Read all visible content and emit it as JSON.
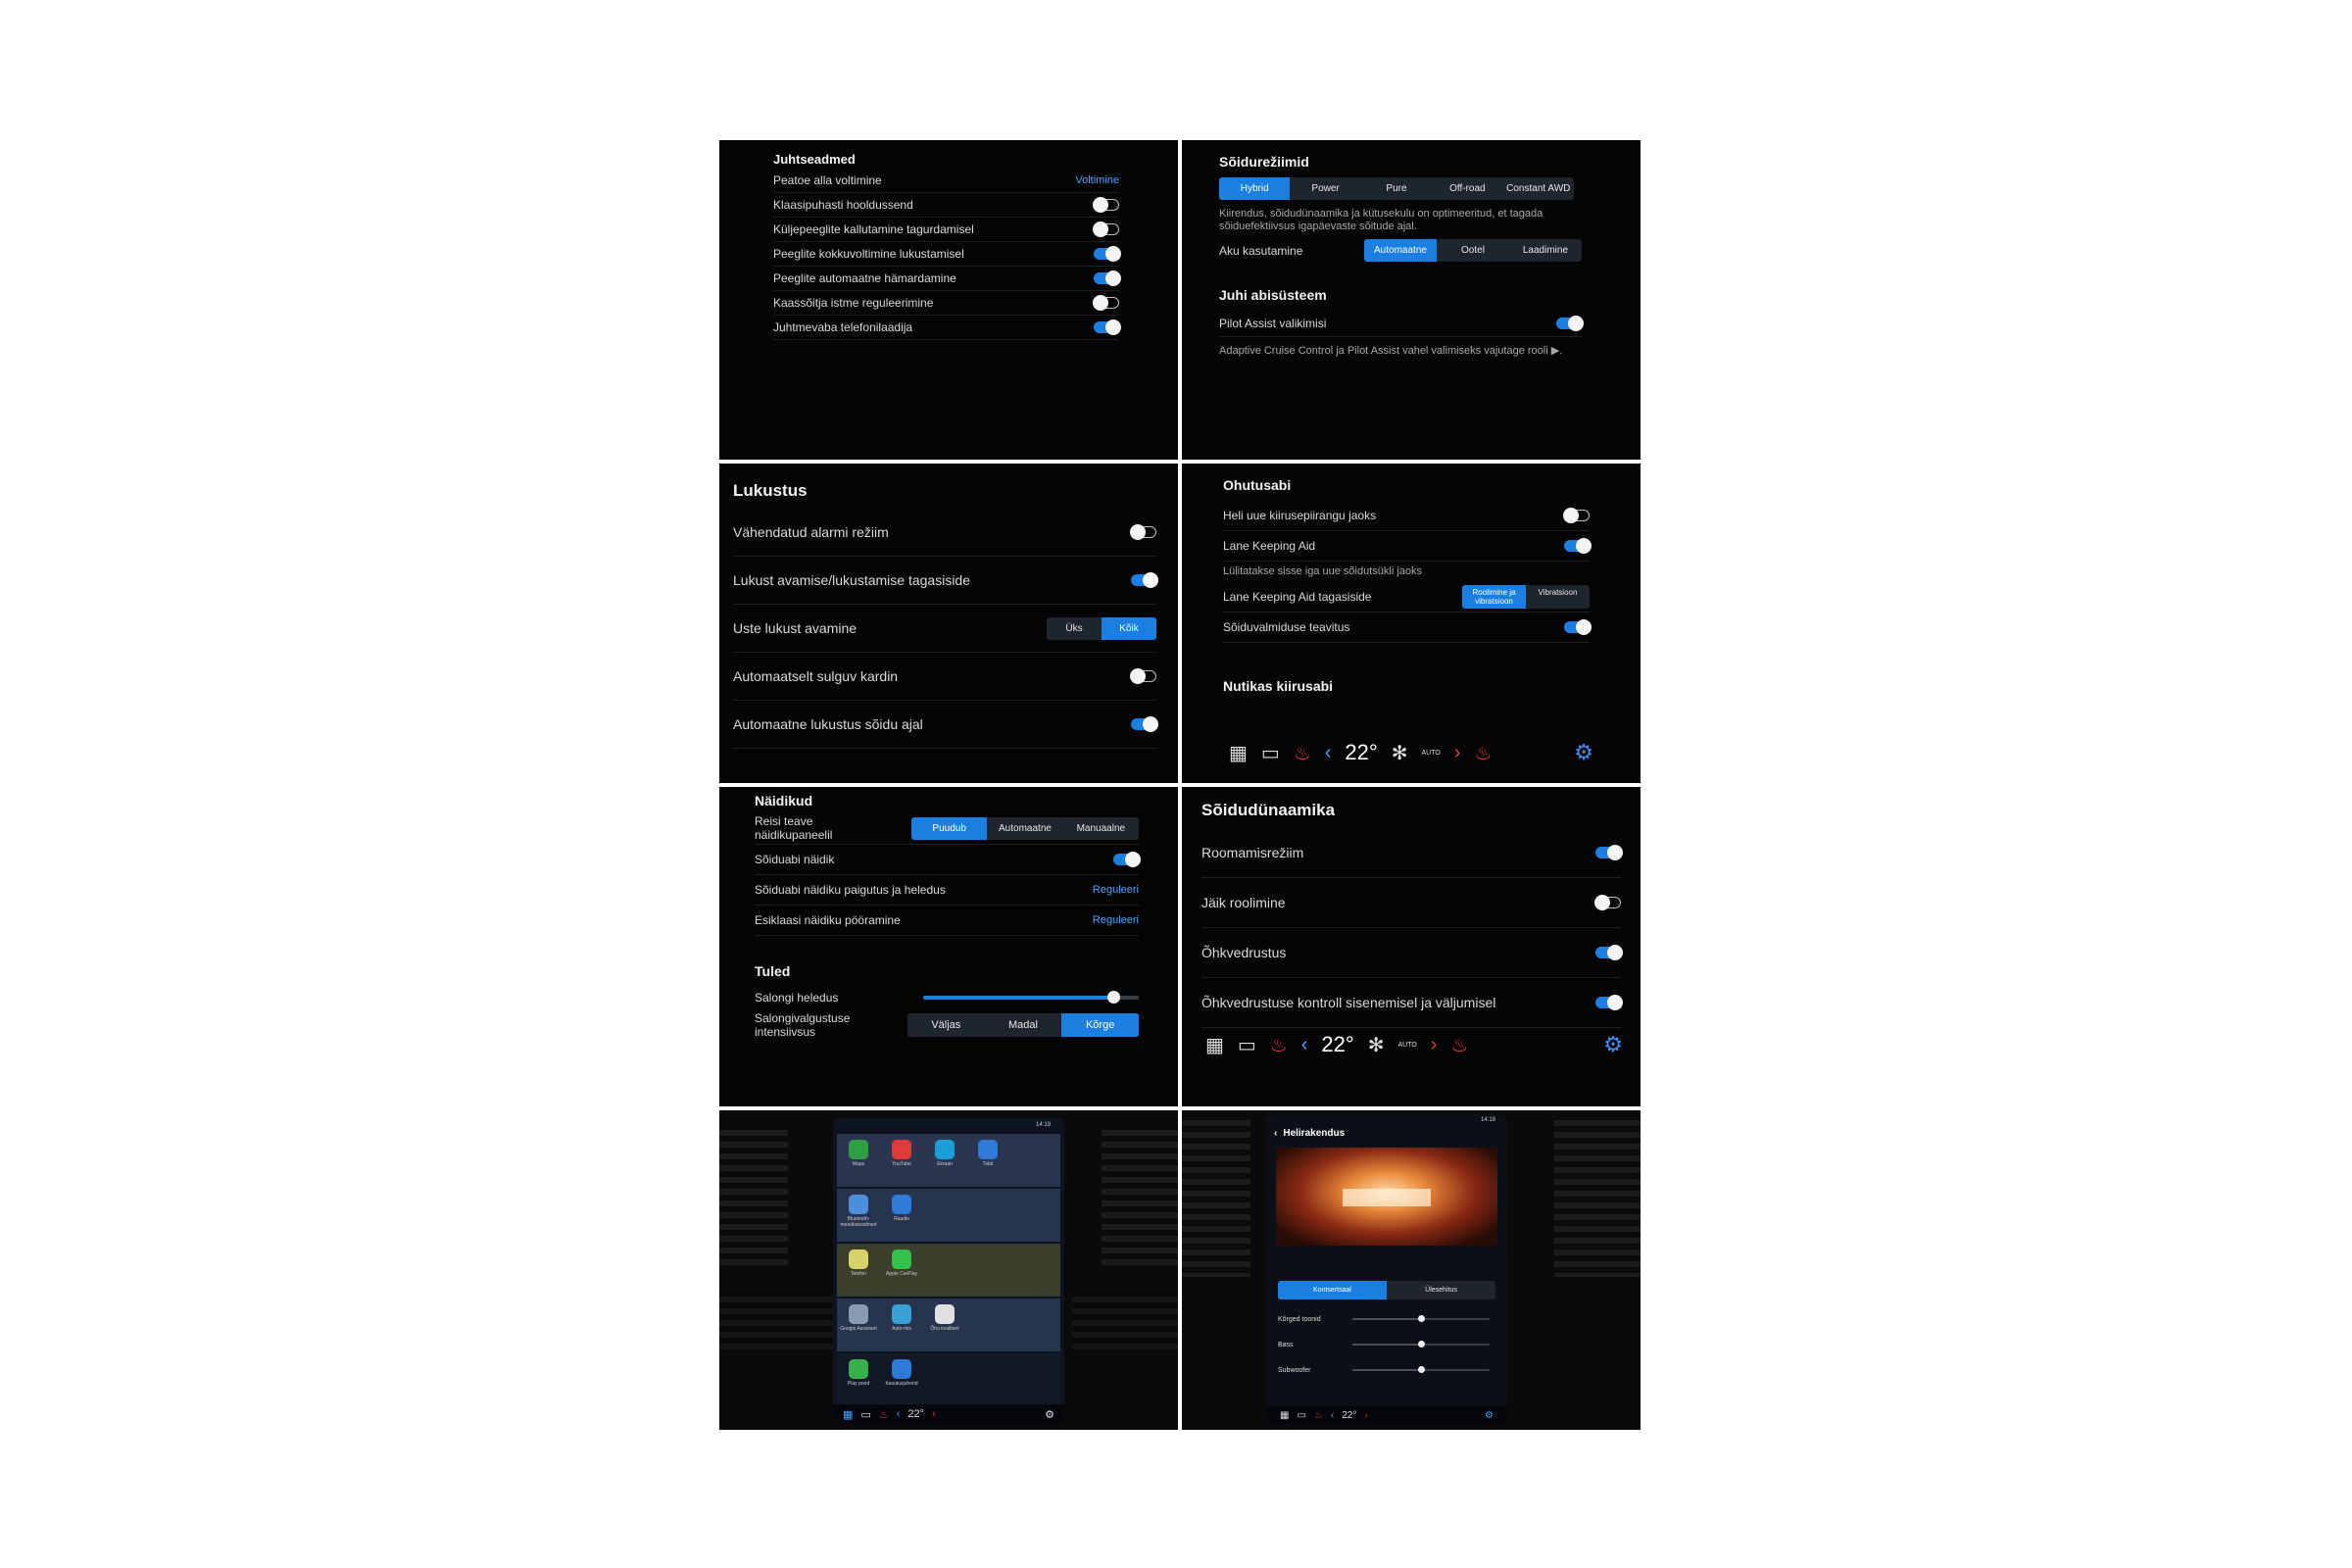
{
  "p1": {
    "title": "Juhtseadmed",
    "rows": [
      {
        "label": "Peatoe alla voltimine",
        "link": "Voltimine"
      },
      {
        "label": "Klaasipuhasti hooldussend",
        "toggle": false
      },
      {
        "label": "Küljepeeglite kallutamine tagurdamisel",
        "toggle": false
      },
      {
        "label": "Peeglite kokkuvoltimine lukustamisel",
        "toggle": true
      },
      {
        "label": "Peeglite automaatne hämardamine",
        "toggle": true
      },
      {
        "label": "Kaassõitja istme reguleerimine",
        "toggle": false
      },
      {
        "label": "Juhtmevaba telefonilaadija",
        "toggle": true
      }
    ]
  },
  "p2": {
    "title": "Sõidurežiimid",
    "modes": [
      "Hybrid",
      "Power",
      "Pure",
      "Off-road",
      "Constant AWD"
    ],
    "mode_active": 0,
    "desc": "Kiirendus, sõidudünaamika ja kütusekulu on optimeeritud, et tagada sõiduefektiivsus igapäevaste sõitude ajal.",
    "battery_label": "Aku kasutamine",
    "battery_opts": [
      "Automaatne",
      "Ootel",
      "Laadimine"
    ],
    "battery_active": 0,
    "section2": "Juhi abisüsteem",
    "pilot_label": "Pilot Assist valikimisi",
    "pilot_on": true,
    "pilot_desc": "Adaptive Cruise Control ja Pilot Assist vahel valimiseks vajutage rooli ▶."
  },
  "p3": {
    "title": "Lukustus",
    "rows": [
      {
        "label": "Vähendatud alarmi režiim",
        "toggle": false
      },
      {
        "label": "Lukust avamise/lukustamise tagasiside",
        "toggle": true
      },
      {
        "label": "Uste lukust avamine",
        "seg": [
          "Üks",
          "Kõik"
        ],
        "active": 1
      },
      {
        "label": "Automaatselt sulguv kardin",
        "toggle": false
      },
      {
        "label": "Automaatne lukustus sõidu ajal",
        "toggle": true
      }
    ]
  },
  "p4": {
    "title": "Ohutusabi",
    "rows": [
      {
        "label": "Heli uue kiirusepiirangu jaoks",
        "toggle": false
      },
      {
        "label": "Lane Keeping Aid",
        "toggle": true,
        "sub": "Lülitatakse sisse iga uue sõidutsükli jaoks"
      },
      {
        "label": "Lane Keeping Aid tagasiside",
        "seg": [
          "Roolimine ja vibratsioon",
          "Vibratsioon"
        ],
        "active": 0
      },
      {
        "label": "Sõiduvalmiduse teavitus",
        "toggle": true
      }
    ],
    "section2": "Nutikas kiirusabi",
    "temp": "22°",
    "auto": "AUTO"
  },
  "p5": {
    "title": "Näidikud",
    "info_label": "Reisi teave näidikupaneelil",
    "info_opts": [
      "Puudub",
      "Automaatne",
      "Manuaalne"
    ],
    "info_active": 0,
    "rows": [
      {
        "label": "Sõiduabi näidik",
        "toggle": true
      },
      {
        "label": "Sõiduabi näidiku paigutus ja heledus",
        "link": "Reguleeri"
      },
      {
        "label": "Esiklaasi näidiku pööramine",
        "link": "Reguleeri"
      }
    ],
    "section2": "Tuled",
    "brightness_label": "Salongi heledus",
    "brightness_level": 0.88,
    "intensity_label": "Salongivalgustuse intensiivsus",
    "intensity_opts": [
      "Väljas",
      "Madal",
      "Kõrge"
    ],
    "intensity_active": 2
  },
  "p6": {
    "title": "Sõidudünaamika",
    "rows": [
      {
        "label": "Roomamisrežiim",
        "toggle": true
      },
      {
        "label": "Jäik roolimine",
        "toggle": false
      },
      {
        "label": "Õhkvedrustus",
        "toggle": true
      },
      {
        "label": "Õhkvedrustuse kontroll sisenemisel ja väljumisel",
        "toggle": true
      }
    ],
    "temp": "22°",
    "auto": "AUTO"
  },
  "p7": {
    "status_time": "14:19",
    "apps": [
      "Maps",
      "YouTube",
      "Ekraan",
      "Tidal",
      "Bluetooth-meediaseadmed",
      "Raadio",
      "Telefon",
      "Apple CarPlay",
      "Google Assistant",
      "Auto-mix",
      "Õhu kvaliteet",
      "Play pood",
      "Kasutusjuhend"
    ],
    "temp": "22°"
  },
  "p8": {
    "status_time": "14:18",
    "title": "Helirakendus",
    "tabs": [
      "Kontsertsaal",
      "Ülesehitus"
    ],
    "tab_active": 0,
    "sliders": [
      {
        "label": "Kõrged toonid",
        "level": 0.5
      },
      {
        "label": "Bass",
        "level": 0.5
      },
      {
        "label": "Subwoofer",
        "level": 0.5
      }
    ],
    "temp": "22°",
    "colors": {
      "accent": "#1a7fe0",
      "link": "#4aa3ff",
      "warm": "#e03a3a"
    }
  }
}
